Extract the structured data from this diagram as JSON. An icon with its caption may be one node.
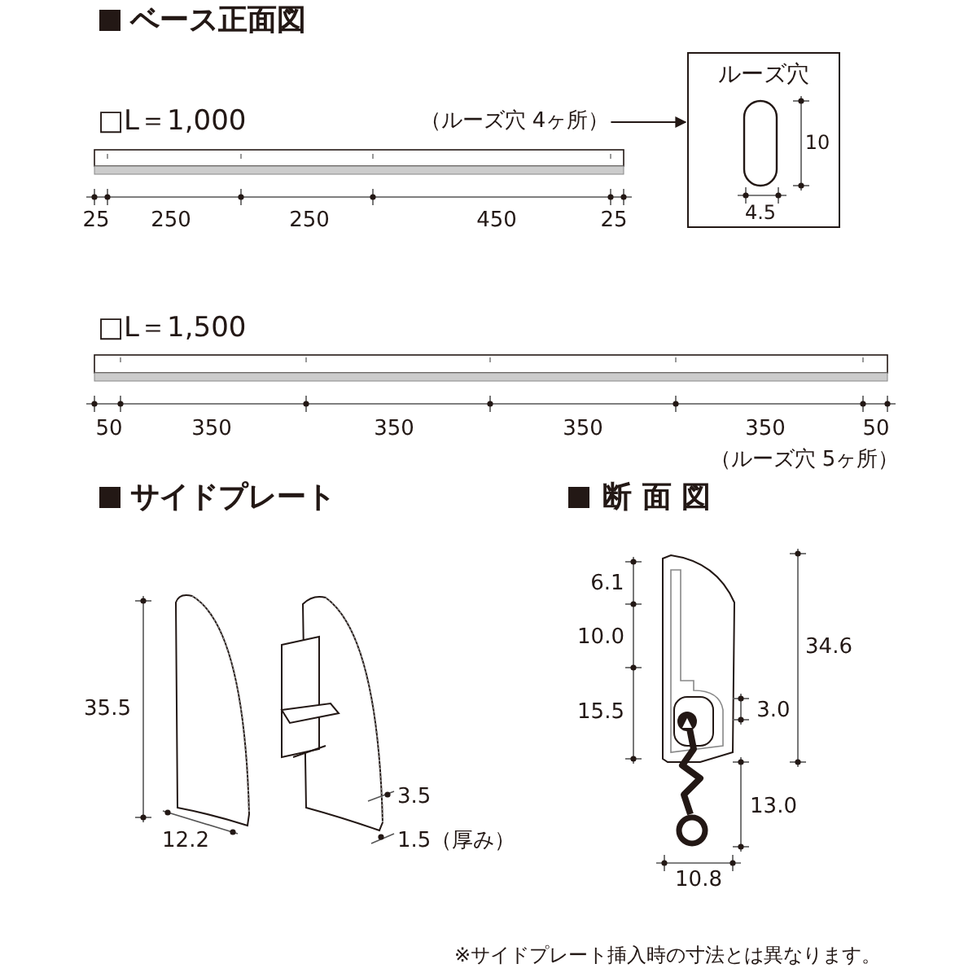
{
  "diagram": {
    "nodes": [
      {
        "text": [
          "（ルーズ穴 4ヶ所）"
        ]
      },
      {
        "text": [
          "ルーズ穴"
        ]
      }
    ],
    "edges": [
      {
        "from": 0,
        "to": 1,
        "arrow": "to"
      }
    ],
    "labels": [
      "ベース正面図",
      "□L＝1,000",
      "10",
      "25",
      "250",
      "250",
      "450",
      "25",
      "4.5",
      "□L＝1,500",
      "50",
      "350",
      "350",
      "350",
      "350",
      "50",
      "（ルーズ穴 5ヶ所）",
      "サイドプレート",
      "断 面 図",
      "6.1",
      "34.6",
      "10.0",
      "35.5",
      "15.5",
      "3.0",
      "3.5",
      "13.0",
      "12.2",
      "1.5（厚み）",
      "10.8",
      "※サイドプレート挿入時の寸法とは異なります。"
    ]
  }
}
